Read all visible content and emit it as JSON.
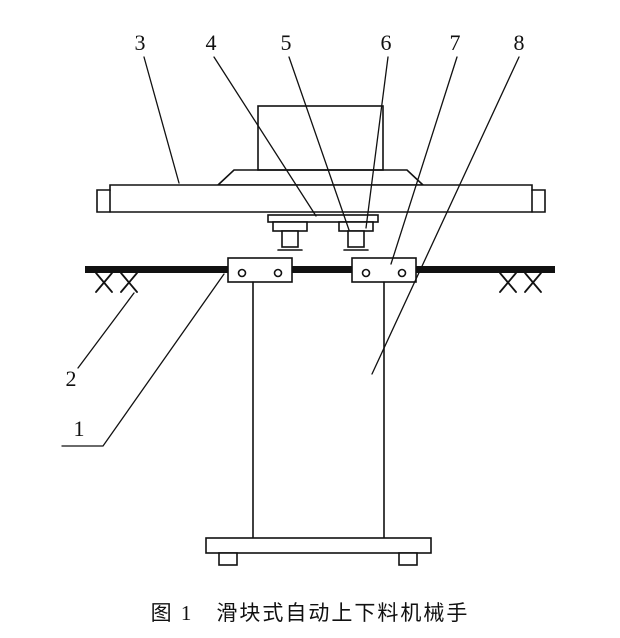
{
  "figure": {
    "caption": "图 1　滑块式自动上下料机械手",
    "part_labels": [
      "1",
      "2",
      "3",
      "4",
      "5",
      "6",
      "7",
      "8"
    ],
    "line_color": "#111111"
  }
}
